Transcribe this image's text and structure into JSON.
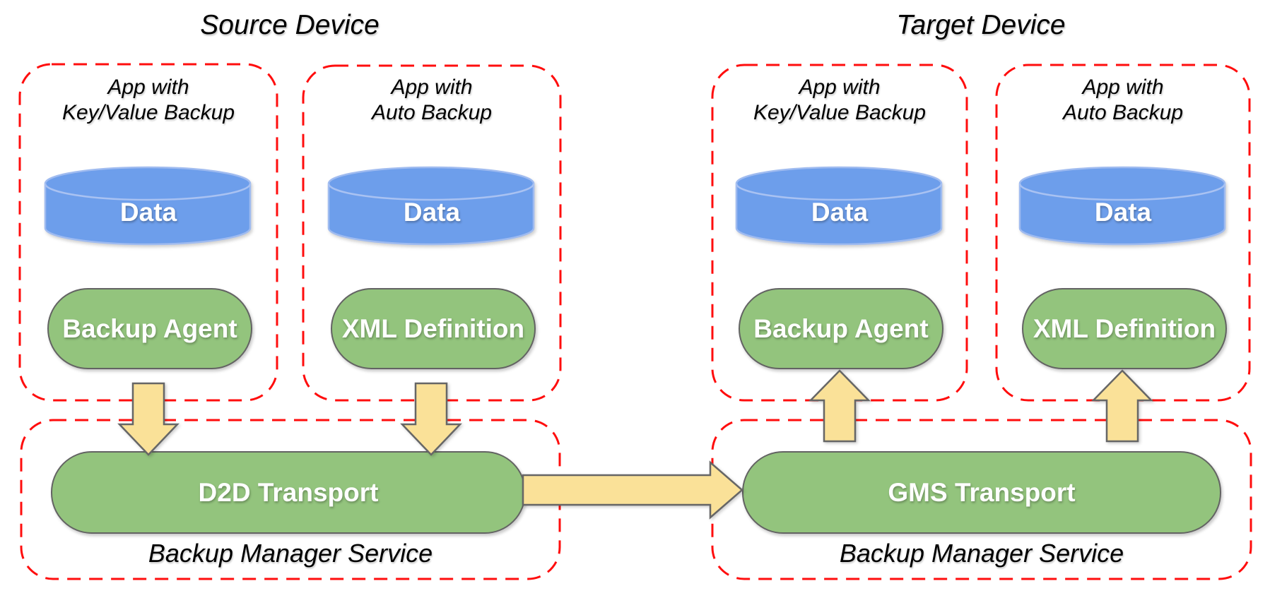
{
  "source": {
    "title": "Source Device",
    "apps": [
      {
        "line1": "App with",
        "line2": "Key/Value Backup",
        "store": "Data",
        "component": "Backup Agent"
      },
      {
        "line1": "App with",
        "line2": "Auto Backup",
        "store": "Data",
        "component": "XML Definition"
      }
    ],
    "transport": "D2D Transport",
    "service": "Backup Manager Service"
  },
  "target": {
    "title": "Target Device",
    "apps": [
      {
        "line1": "App with",
        "line2": "Key/Value Backup",
        "store": "Data",
        "component": "Backup Agent"
      },
      {
        "line1": "App with",
        "line2": "Auto Backup",
        "store": "Data",
        "component": "XML Definition"
      }
    ],
    "transport": "GMS Transport",
    "service": "Backup Manager Service"
  },
  "colors": {
    "container_dash": "#ff0d0d",
    "cylinder_fill": "#6d9eeb",
    "cylinder_rim": "#a9c2f2",
    "component_fill": "#93c47d",
    "component_border": "#636363",
    "arrow_fill": "#fae198",
    "arrow_border": "#666666",
    "shape_text": "#ffffff",
    "label_text": "#000000"
  }
}
